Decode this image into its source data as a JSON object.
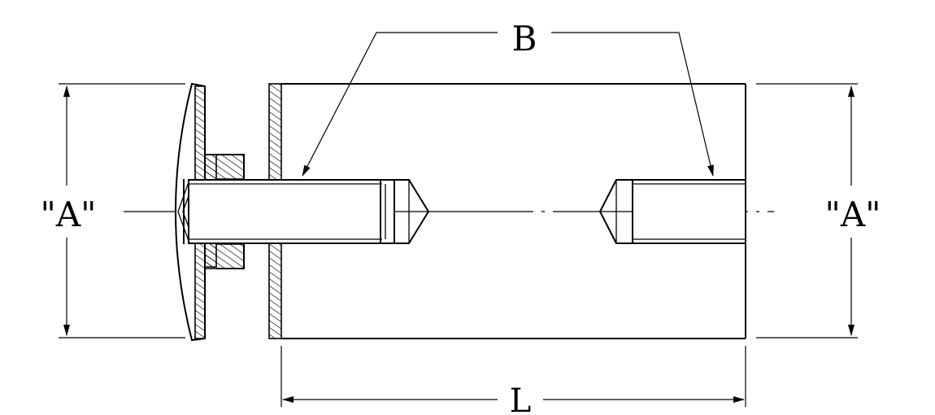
{
  "labels": {
    "height_left": "\"A\"",
    "height_right": "\"A\"",
    "thread": "B",
    "length": "L"
  },
  "colors": {
    "line": "#000000",
    "background": "#ffffff"
  }
}
